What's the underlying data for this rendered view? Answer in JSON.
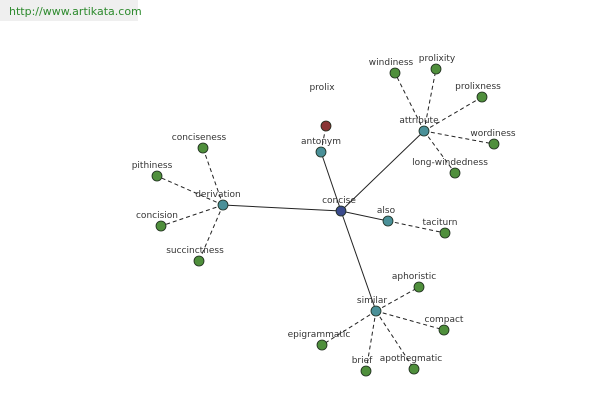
{
  "header": {
    "source_url": "http://www.artikata.com"
  },
  "colors": {
    "center": "#3a4a8c",
    "relation": "#4a9098",
    "term": "#4f8f3c",
    "antonym_term": "#8a3535",
    "edge": "#222222"
  },
  "graph": {
    "center": {
      "id": "concise",
      "label": "concise"
    },
    "relations": [
      {
        "id": "antonym",
        "label": "antonym",
        "terms": [
          {
            "id": "prolix",
            "label": "prolix",
            "kind": "antonym_term"
          }
        ]
      },
      {
        "id": "attribute",
        "label": "attribute",
        "terms": [
          {
            "id": "windiness",
            "label": "windiness",
            "kind": "term"
          },
          {
            "id": "prolixity",
            "label": "prolixity",
            "kind": "term"
          },
          {
            "id": "prolixness",
            "label": "prolixness",
            "kind": "term"
          },
          {
            "id": "wordiness",
            "label": "wordiness",
            "kind": "term"
          },
          {
            "id": "long-windedness",
            "label": "long-windedness",
            "kind": "term"
          }
        ]
      },
      {
        "id": "derivation",
        "label": "derivation",
        "terms": [
          {
            "id": "conciseness",
            "label": "conciseness",
            "kind": "term"
          },
          {
            "id": "pithiness",
            "label": "pithiness",
            "kind": "term"
          },
          {
            "id": "concision",
            "label": "concision",
            "kind": "term"
          },
          {
            "id": "succinctness",
            "label": "succinctness",
            "kind": "term"
          }
        ]
      },
      {
        "id": "also",
        "label": "also",
        "terms": [
          {
            "id": "taciturn",
            "label": "taciturn",
            "kind": "term"
          }
        ]
      },
      {
        "id": "similar",
        "label": "similar",
        "terms": [
          {
            "id": "aphoristic",
            "label": "aphoristic",
            "kind": "term"
          },
          {
            "id": "compact",
            "label": "compact",
            "kind": "term"
          },
          {
            "id": "apothegmatic",
            "label": "apothegmatic",
            "kind": "term"
          },
          {
            "id": "brief",
            "label": "brief",
            "kind": "term"
          },
          {
            "id": "epigrammatic",
            "label": "epigrammatic",
            "kind": "term"
          }
        ]
      }
    ]
  }
}
